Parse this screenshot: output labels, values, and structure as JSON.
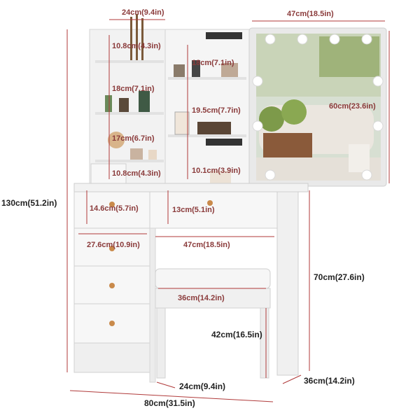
{
  "colors": {
    "dimension_line": "#b03a3a",
    "furniture": "#f4f4f4",
    "furniture_edge": "#cfcfcf",
    "knob": "#c98a4b",
    "mirror_frame": "#e9e9e9"
  },
  "labels": {
    "top_shelf_width": "24cm(9.4in)",
    "mirror_width": "47cm(18.5in)",
    "shelf_gap_1": "10.8cm(4.3in)",
    "shelf_gap_2": "18cm(7.1in)",
    "shelf_gap_3": "17cm(6.7in)",
    "shelf_gap_4": "10.8cm(4.3in)",
    "center_shelf_1": "18cm(7.1in)",
    "center_shelf_2": "19.5cm(7.7in)",
    "center_shelf_3": "10.1cm(3.9in)",
    "mirror_height": "60cm(23.6in)",
    "total_height": "130cm(51.2in)",
    "drawer_small_height": "14.6cm(5.7in)",
    "drawer_center_height": "13cm(5.1in)",
    "drawer_width": "27.6cm(10.9in)",
    "desk_inner_width": "47cm(18.5in)",
    "desk_height": "70cm(27.6in)",
    "stool_width": "36cm(14.2in)",
    "stool_height": "42cm(16.5in)",
    "stool_depth": "24cm(9.4in)",
    "desk_depth": "36cm(14.2in)",
    "total_width": "80cm(31.5in)"
  },
  "mirror_bulb_count": 10
}
